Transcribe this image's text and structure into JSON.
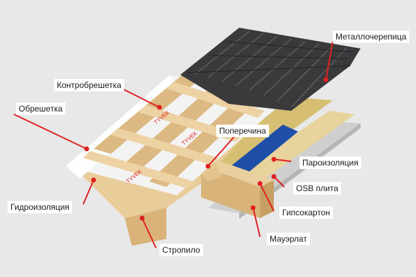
{
  "labels": {
    "metal_tile": "Металлочерепица",
    "counter_batten": "Контробрешетка",
    "batten": "Обрешетка",
    "crossbar": "Поперечина",
    "vapor_barrier": "Пароизоляция",
    "osb": "OSB плита",
    "waterproofing": "Гидроизоляция",
    "drywall": "Гипсокартон",
    "wall_plate": "Мауэрлат",
    "rafter": "Стропило"
  },
  "membrane_print": "TYVEK",
  "colors": {
    "callout_line": "#e02020",
    "metal": "#3a3a3c",
    "wood": "#e3c592",
    "membrane": "#f2f2f2",
    "vapor": "#1f4fa8"
  }
}
